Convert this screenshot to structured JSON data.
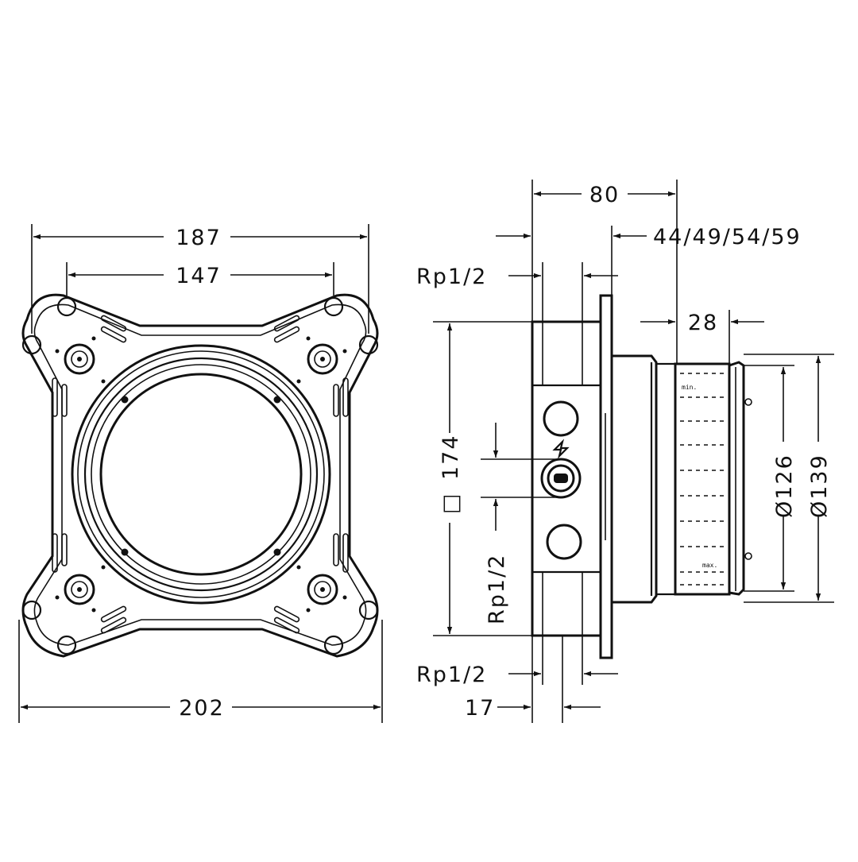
{
  "front_view": {
    "width_outer": "202",
    "width_holes": "187",
    "width_inner": "147"
  },
  "side_view": {
    "depth_total": "80",
    "depth_range": "44/49/54/59",
    "trim_depth": "28",
    "square": "174",
    "square_symbol": "□",
    "dia_inner": "Ø126",
    "dia_outer": "Ø139",
    "thread_top": "Rp1/2",
    "thread_side": "Rp1/2",
    "thread_bottom": "Rp1/2",
    "offset_bottom": "17",
    "scale_min": "min.",
    "scale_max": "max."
  }
}
